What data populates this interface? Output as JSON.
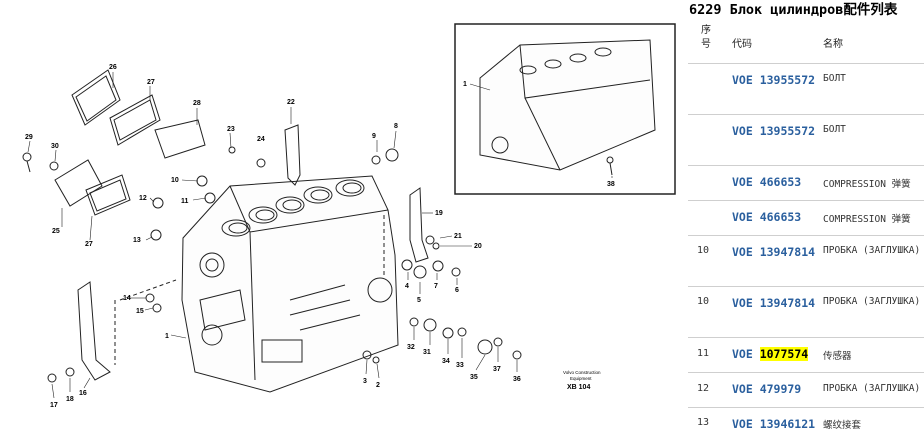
{
  "title": "6229 Блок цилиндров配件列表",
  "columns": {
    "seq": "序号",
    "code": "代码",
    "name": "名称"
  },
  "rows": [
    {
      "seq": "",
      "code": "VOE 13955572",
      "name": "БОЛТ"
    },
    {
      "seq": "",
      "code": "VOE 13955572",
      "name": "БОЛТ"
    },
    {
      "seq": "",
      "code": "VOE 466653",
      "name": "COMPRESSION 弹簧"
    },
    {
      "seq": "",
      "code": "VOE 466653",
      "name": "COMPRESSION 弹簧"
    },
    {
      "seq": "10",
      "code": "VOE 13947814",
      "name": "ПРОБКА (ЗАГЛУШКА)"
    },
    {
      "seq": "10",
      "code": "VOE 13947814",
      "name": "ПРОБКА (ЗАГЛУШКА)"
    },
    {
      "seq": "11",
      "code_prefix": "VOE ",
      "code_highlight": "1077574",
      "name": "传感器"
    },
    {
      "seq": "12",
      "code": "VOE 479979",
      "name": "ПРОБКА (ЗАГЛУШКА)"
    },
    {
      "seq": "13",
      "code": "VOE 13946121",
      "name": "螺纹接套"
    }
  ],
  "diagram": {
    "caption_line1": "Volvo Construction",
    "caption_line2": "Equipment",
    "code": "XB 104",
    "callouts": [
      "1",
      "2",
      "3",
      "4",
      "5",
      "6",
      "7",
      "8",
      "9",
      "10",
      "11",
      "12",
      "13",
      "14",
      "15",
      "16",
      "17",
      "18",
      "19",
      "20",
      "21",
      "22",
      "23",
      "24",
      "25",
      "26",
      "27",
      "28",
      "29",
      "30",
      "31",
      "32",
      "33",
      "34",
      "35",
      "36",
      "37",
      "38",
      "27",
      "1"
    ]
  }
}
